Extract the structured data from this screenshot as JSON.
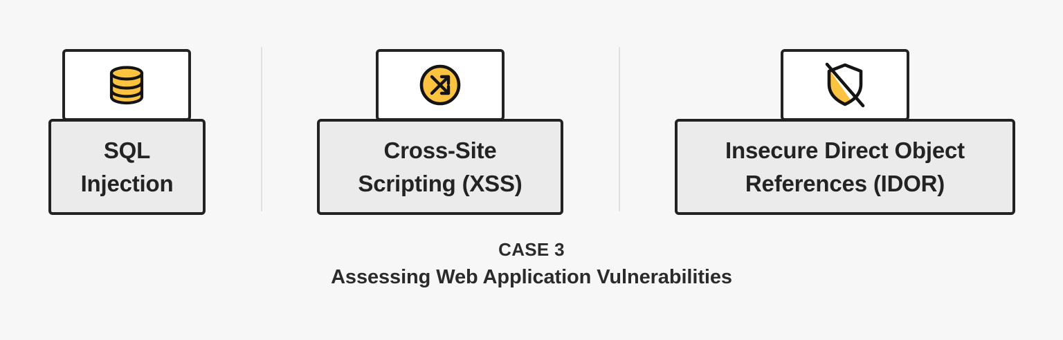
{
  "theme": {
    "background": "#f7f7f7",
    "accent_yellow": "#fbc33f",
    "outline_dark": "#222222",
    "label_fill": "#ebebeb",
    "icon_fill": "#ffffff",
    "divider": "#e0e0e0",
    "text": "#2b2b2b"
  },
  "cards": [
    {
      "id": "sql-injection",
      "icon": "database-icon",
      "label_line1": "SQL",
      "label_line2": "Injection"
    },
    {
      "id": "cross-site-scripting",
      "icon": "shuffle-arrows-circle-icon",
      "label_line1": "Cross-Site",
      "label_line2": "Scripting (XSS)"
    },
    {
      "id": "insecure-direct-object-references",
      "icon": "shield-off-icon",
      "label_line1": "Insecure Direct Object",
      "label_line2": "References (IDOR)"
    }
  ],
  "caption": {
    "case_label": "CASE 3",
    "subtitle": "Assessing Web Application Vulnerabilities"
  }
}
